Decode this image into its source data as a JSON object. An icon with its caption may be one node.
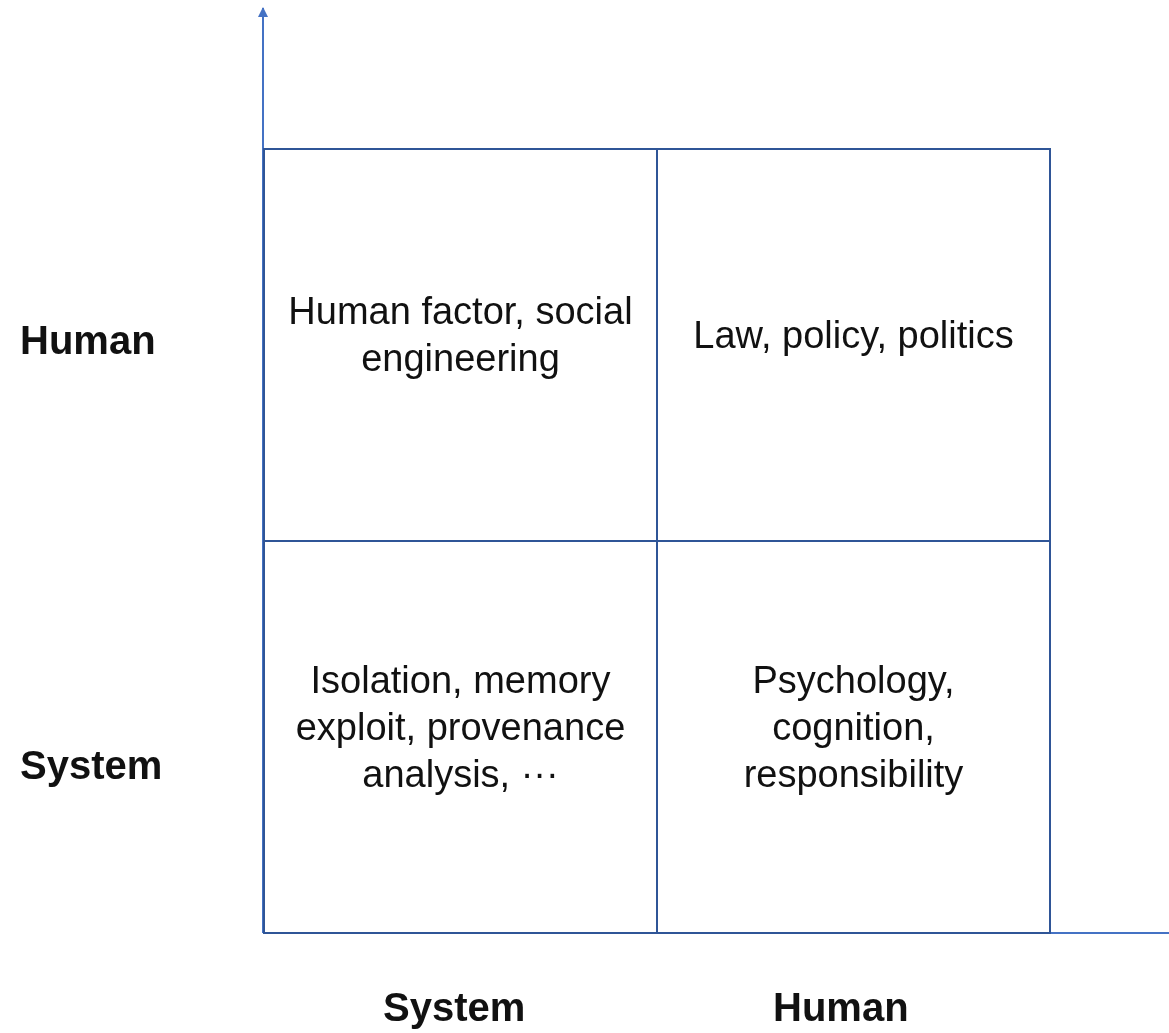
{
  "diagram": {
    "nodes": [
      {
        "text": [
          "Human factor, social engineering"
        ]
      },
      {
        "text": [
          "Law, policy, politics"
        ]
      },
      {
        "text": [
          "Isolation, memory exploit, provenance analysis, ···"
        ]
      },
      {
        "text": [
          "Psychology, cognition, responsibility"
        ]
      }
    ],
    "labels": [
      "Human",
      "System",
      "System",
      "Human"
    ]
  }
}
